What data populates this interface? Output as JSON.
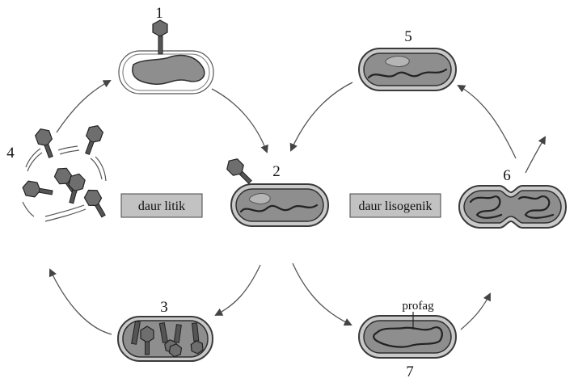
{
  "steps": [
    {
      "id": "1",
      "label": "1"
    },
    {
      "id": "2",
      "label": "2"
    },
    {
      "id": "3",
      "label": "3"
    },
    {
      "id": "4",
      "label": "4"
    },
    {
      "id": "5",
      "label": "5"
    },
    {
      "id": "6",
      "label": "6"
    },
    {
      "id": "7",
      "label": "7"
    }
  ],
  "cycles": {
    "lytic": "daur litik",
    "lysogenic": "daur lisogenik"
  },
  "annotations": {
    "prophage": "profag"
  },
  "colors": {
    "cell_outer": "#c9c9c9",
    "cell_inner": "#8e8e8e",
    "dna": "#222222",
    "arrow": "#555555",
    "label_box": "#c2c2c2"
  }
}
